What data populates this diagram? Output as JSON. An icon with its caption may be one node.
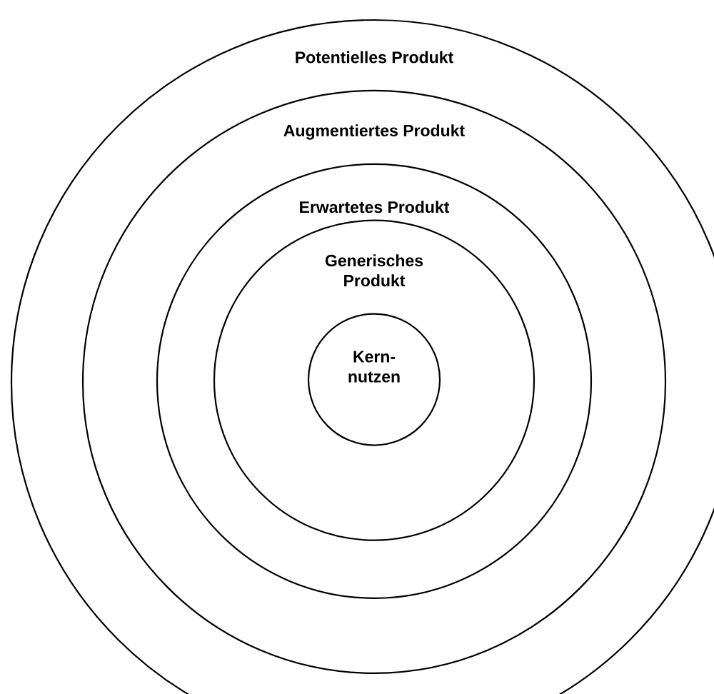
{
  "diagram": {
    "nodes": [
      {
        "text": [
          "Potentielles Produkt"
        ]
      },
      {
        "text": [
          "Augmentiertes Produkt"
        ],
        "in": 0
      },
      {
        "text": [
          "Erwartetes Produkt"
        ],
        "in": 1
      },
      {
        "text": [
          "Generisches Produkt"
        ],
        "in": 2
      },
      {
        "text": [
          "Kern- nutzen"
        ],
        "in": 3
      }
    ]
  }
}
